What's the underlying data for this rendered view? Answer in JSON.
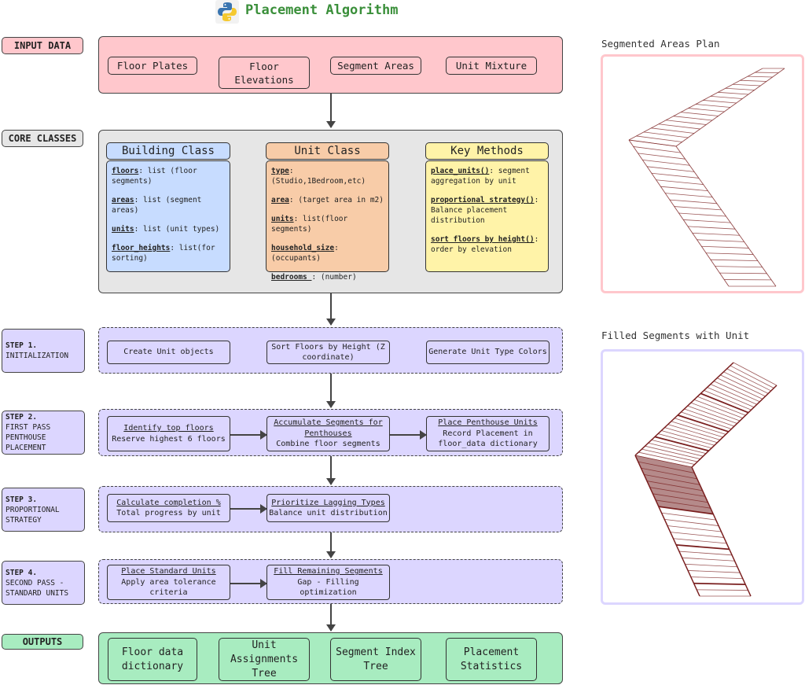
{
  "title": "Placement Algorithm",
  "colors": {
    "title": "#3a8f3a",
    "input": "#ffc7cc",
    "core": "#e6e6e6",
    "step": "#dcd6ff",
    "output": "#a8ecc0",
    "building": "#c7dcff",
    "unit": "#f8cca8",
    "methods": "#fff3a8",
    "plan_line": "#7a1f1f"
  },
  "input_data": {
    "label": "INPUT DATA",
    "items": [
      "Floor Plates",
      "Floor Elevations",
      "Segment Areas",
      "Unit Mixture"
    ]
  },
  "core_classes": {
    "label": "CORE CLASSES",
    "building": {
      "title": "Building Class",
      "fields": [
        {
          "name": "floors",
          "desc": ": list (floor segments)"
        },
        {
          "name": "areas",
          "desc": ": list (segment areas)"
        },
        {
          "name": "units",
          "desc": ": list (unit types)"
        },
        {
          "name": "floor_heights",
          "desc": ": list(for sorting)"
        }
      ]
    },
    "unit": {
      "title": "Unit Class",
      "fields": [
        {
          "name": "type",
          "desc": ":(Studio,1Bedroom,etc)"
        },
        {
          "name": "area",
          "desc": ": (target area in m2)"
        },
        {
          "name": "units",
          "desc": ": list(floor segments)"
        },
        {
          "name": "household_size",
          "desc": ": (occupants)"
        },
        {
          "name": "bedrooms ",
          "desc": ": (number)"
        }
      ]
    },
    "methods": {
      "title": "Key Methods",
      "fields": [
        {
          "name": "place_units()",
          "desc": ": segment aggregation by unit"
        },
        {
          "name": "proportional strategy()",
          "desc": ": Balance placement distribution"
        },
        {
          "name": "sort floors by height()",
          "desc": ": order by elevation"
        }
      ]
    }
  },
  "steps": [
    {
      "num": "STEP 1.",
      "name": "INITIALIZATION",
      "items": [
        {
          "title": "",
          "desc": "Create Unit objects"
        },
        {
          "title": "",
          "desc": "Sort Floors by Height (Z coordinate)"
        },
        {
          "title": "",
          "desc": "Generate Unit Type Colors"
        }
      ]
    },
    {
      "num": "STEP 2.",
      "name": "FIRST PASS PENTHOUSE PLACEMENT",
      "items": [
        {
          "title": "Identify top floors",
          "desc": "Reserve highest 6 floors"
        },
        {
          "title": "Accumulate Segments for Penthouses",
          "desc": "Combine floor segments"
        },
        {
          "title": "Place Penthouse Units",
          "desc": "Record Placement in floor_data dictionary"
        }
      ]
    },
    {
      "num": "STEP 3.",
      "name": "PROPORTIONAL STRATEGY",
      "items": [
        {
          "title": "Calculate completion %",
          "desc": "Total progress by unit"
        },
        {
          "title": "Prioritize Lagging Types",
          "desc": "Balance unit distribution"
        }
      ]
    },
    {
      "num": "STEP 4.",
      "name": "SECOND PASS - STANDARD UNITS",
      "items": [
        {
          "title": "Place Standard Units",
          "desc": "Apply area tolerance criteria"
        },
        {
          "title": "Fill Remaining Segments",
          "desc": "Gap - Filling optimization"
        }
      ]
    }
  ],
  "outputs": {
    "label": "OUTPUTS",
    "items": [
      "Floor data dictionary",
      "Unit Assignments Tree",
      "Segment Index Tree",
      "Placement Statistics"
    ]
  },
  "plans": {
    "segmented_title": "Segmented Areas Plan",
    "filled_title": "Filled Segments with Unit"
  }
}
